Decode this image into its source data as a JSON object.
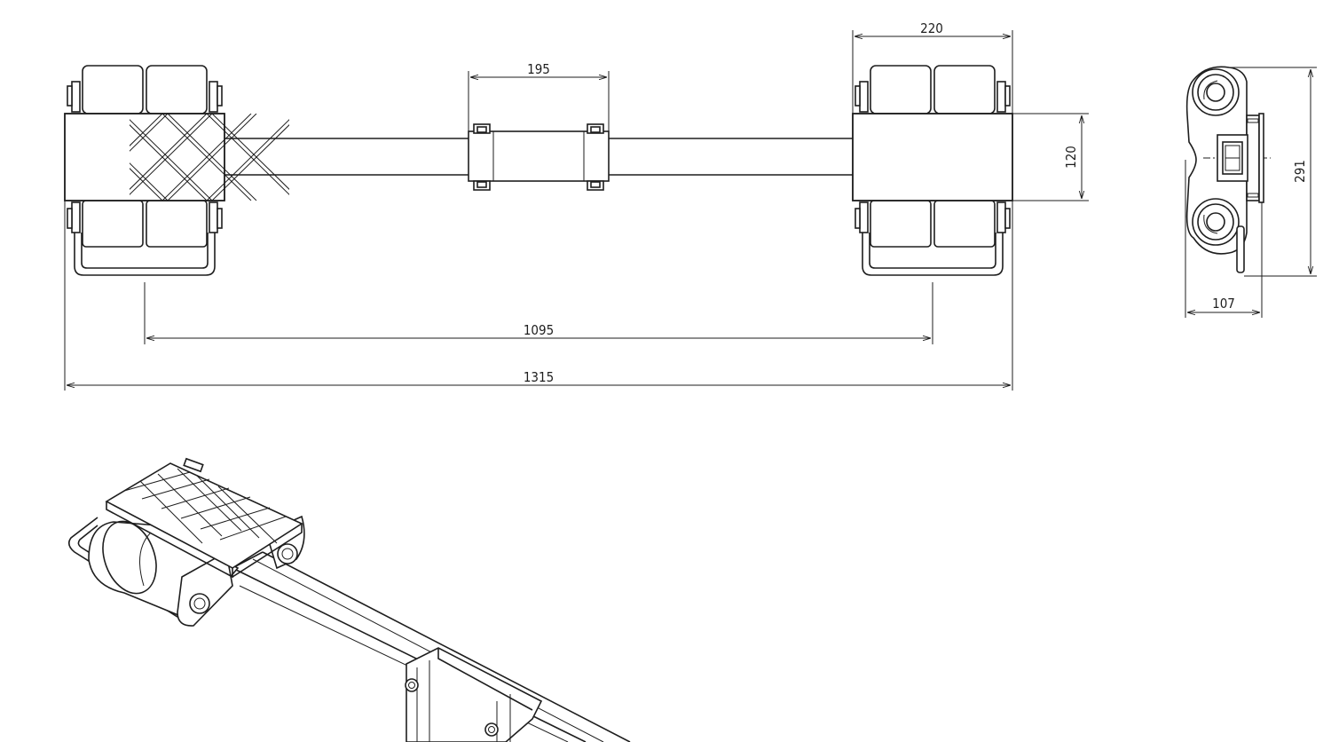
{
  "dimensions": {
    "pad_width": "220",
    "bar_clamp_length": "195",
    "pad_height": "120",
    "overall_height": "291",
    "side_depth": "107",
    "wheel_base": "1095",
    "overall_length": "1315"
  },
  "colors": {
    "line": "#1e1e1e",
    "background": "#ffffff"
  }
}
